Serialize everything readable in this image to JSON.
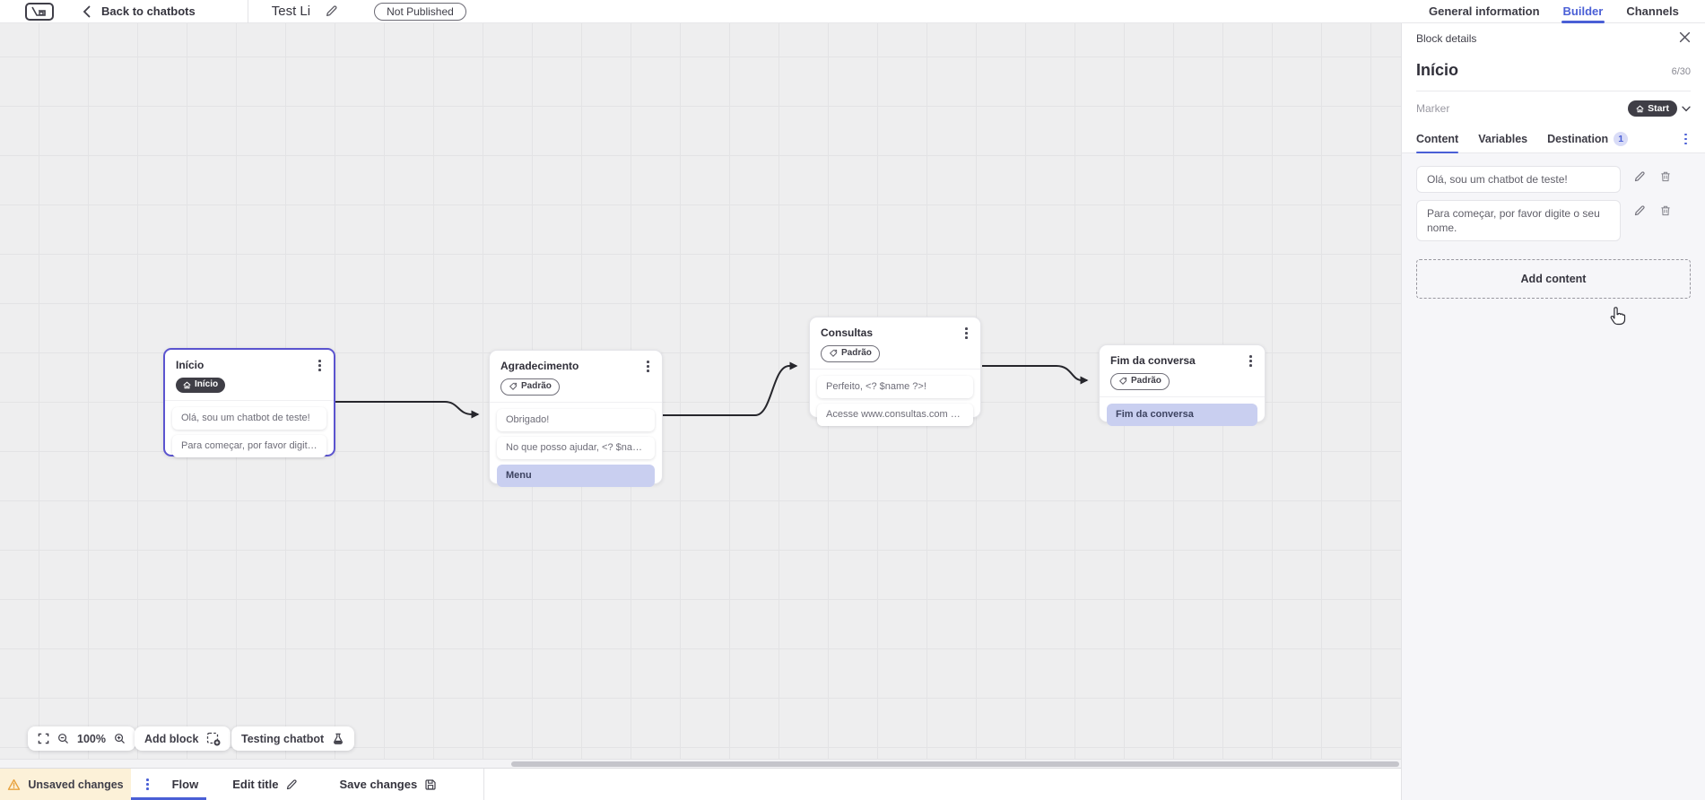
{
  "topbar": {
    "back_label": "Back to chatbots",
    "title": "Test Li",
    "status_badge": "Not Published"
  },
  "topnav": {
    "tabs": [
      {
        "label": "General information",
        "active": false
      },
      {
        "label": "Builder",
        "active": true
      },
      {
        "label": "Channels",
        "active": false
      }
    ]
  },
  "panel": {
    "header": "Block details",
    "block_title": "Início",
    "char_count": "6/30",
    "marker_label": "Marker",
    "marker_value": "Start",
    "tabs": {
      "content": "Content",
      "variables": "Variables",
      "destination": "Destination"
    },
    "destination_badge": "1",
    "contents": [
      "Olá, sou um chatbot de teste!",
      "Para começar, por favor digite o seu nome."
    ],
    "add_content_label": "Add content"
  },
  "canvas": {
    "blocks": [
      {
        "title": "Início",
        "badge": "Início",
        "badge_style": "dark",
        "selected": true,
        "cards": [
          {
            "text": "Olá, sou um chatbot de teste!"
          },
          {
            "text": "Para começar, por favor digite o ..."
          }
        ]
      },
      {
        "title": "Agradecimento",
        "badge": "Padrão",
        "badge_style": "outline",
        "cards": [
          {
            "text": "Obrigado!"
          },
          {
            "text": "No que posso ajudar, <? $name ..."
          },
          {
            "text": "Menu",
            "style": "highlight"
          }
        ]
      },
      {
        "title": "Consultas",
        "badge": "Padrão",
        "badge_style": "outline",
        "cards": [
          {
            "text": "Perfeito, <? $name ?>!"
          },
          {
            "text": "Acesse www.consultas.com par..."
          }
        ]
      },
      {
        "title": "Fim da conversa",
        "badge": "Padrão",
        "badge_style": "outline",
        "cards": [
          {
            "text": "Fim da conversa",
            "style": "highlight"
          }
        ]
      }
    ],
    "zoom_level": "100%",
    "add_block_label": "Add block",
    "testing_label": "Testing chatbot"
  },
  "bottombar": {
    "unsaved": "Unsaved changes",
    "flow_tab": "Flow",
    "edit_title": "Edit title",
    "save": "Save changes"
  },
  "colors": {
    "accent_blue": "#4a5fd6",
    "dark_badge": "#3f3e46",
    "highlight_card": "#c9cff0",
    "warning_yellow": "#e8a23d",
    "selected_border": "#5b54cf",
    "canvas_bg": "#eeeeef"
  }
}
